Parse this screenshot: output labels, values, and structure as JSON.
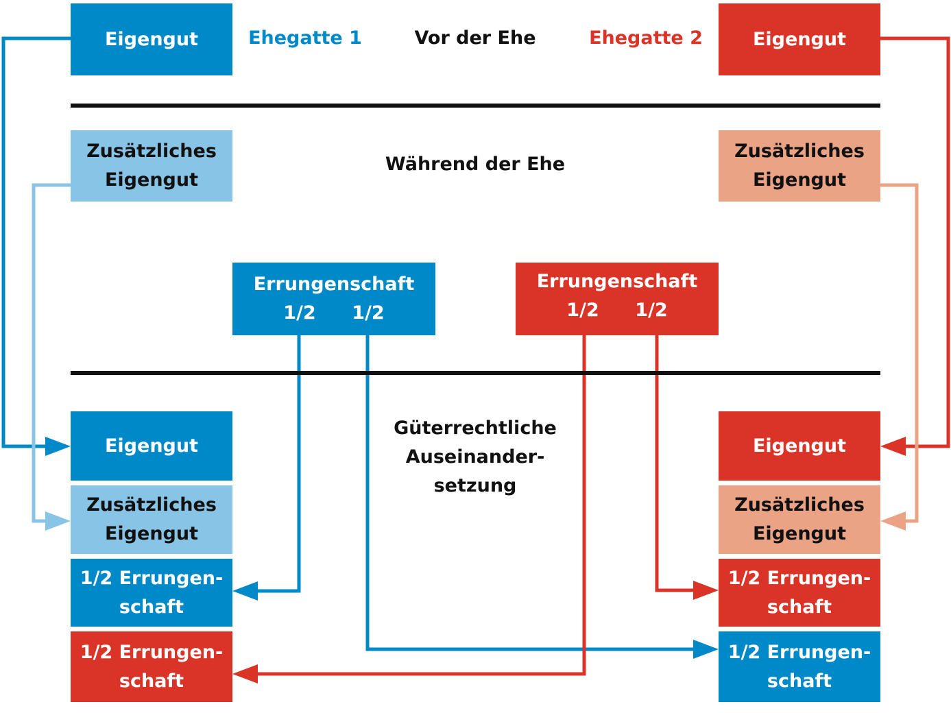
{
  "colors": {
    "spouse1": "#0089c8",
    "spouse1_light": "#88c4e6",
    "spouse2": "#d93427",
    "spouse2_light": "#eba386",
    "rule": "#111111"
  },
  "header": {
    "spouse1_label": "Ehegatte 1",
    "phase_before": "Vor der Ehe",
    "spouse2_label": "Ehegatte 2"
  },
  "phases": {
    "during": "Während der Ehe",
    "settlement": [
      "Güterrechtliche",
      "Auseinander-",
      "setzung"
    ]
  },
  "spouse1": {
    "eigengut": "Eigengut",
    "zusaetzliches": [
      "Zusätzliches",
      "Eigengut"
    ],
    "errungenschaft": {
      "title": "Errungenschaft",
      "halves": [
        "1/2",
        "1/2"
      ]
    },
    "result": {
      "eigengut": "Eigengut",
      "zusaetzliches": [
        "Zusätzliches",
        "Eigengut"
      ],
      "own_half": [
        "1/2 Errungen-",
        "schaft"
      ],
      "other_half": [
        "1/2 Errungen-",
        "schaft"
      ]
    }
  },
  "spouse2": {
    "eigengut": "Eigengut",
    "zusaetzliches": [
      "Zusätzliches",
      "Eigengut"
    ],
    "errungenschaft": {
      "title": "Errungenschaft",
      "halves": [
        "1/2",
        "1/2"
      ]
    },
    "result": {
      "eigengut": "Eigengut",
      "zusaetzliches": [
        "Zusätzliches",
        "Eigengut"
      ],
      "own_half": [
        "1/2 Errungen-",
        "schaft"
      ],
      "other_half": [
        "1/2 Errungen-",
        "schaft"
      ]
    }
  }
}
